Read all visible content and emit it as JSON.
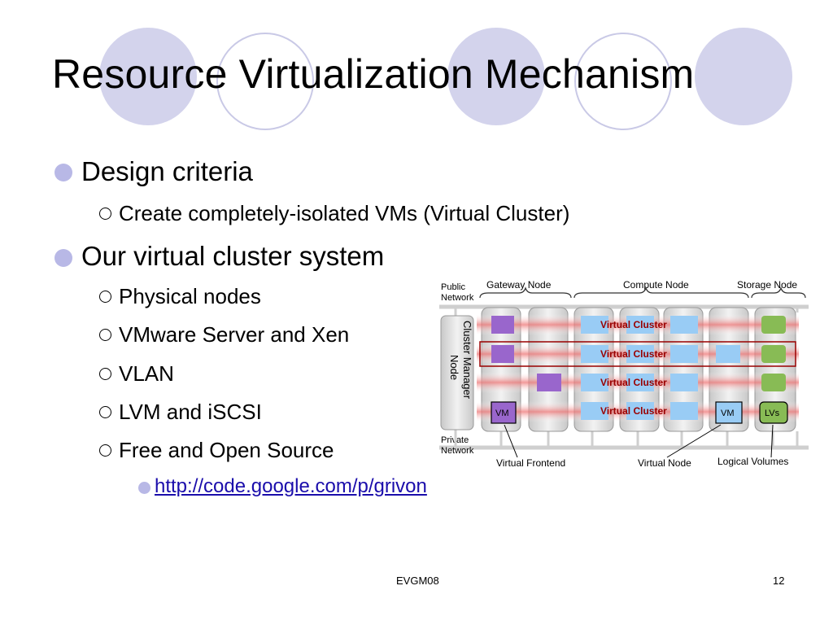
{
  "slide": {
    "title": "Resource Virtualization Mechanism",
    "bullets": {
      "b1": "Design criteria",
      "b1_1": "Create completely-isolated VMs (Virtual Cluster)",
      "b2": "Our virtual cluster system",
      "b2_1": "Physical nodes",
      "b2_2": "VMware Server and Xen",
      "b2_3": "VLAN",
      "b2_4": "LVM and iSCSI",
      "b2_5": "Free and Open Source",
      "b2_5_1": "http://code.google.com/p/grivon"
    },
    "footer": {
      "center": "EVGM08",
      "page_number": "12"
    }
  },
  "diagram": {
    "public_network": [
      "Public",
      "Network"
    ],
    "private_network": [
      "Private",
      "Network"
    ],
    "gateway_node": "Gateway Node",
    "compute_node": "Compute Node",
    "storage_node": "Storage Node",
    "cluster_manager": [
      "Cluster Manager",
      "Node"
    ],
    "virtual_cluster": "Virtual Cluster",
    "vm": "VM",
    "lvs": "LVs",
    "virtual_frontend": "Virtual Frontend",
    "virtual_node": "Virtual Node",
    "logical_volumes": "Logical Volumes",
    "colors": {
      "purple": "#9966cc",
      "blue": "#99ccf5",
      "green": "#88bb55",
      "red_band": "#ee7777",
      "node_gray": "#d8d8d8",
      "highlight": "#990000"
    }
  }
}
